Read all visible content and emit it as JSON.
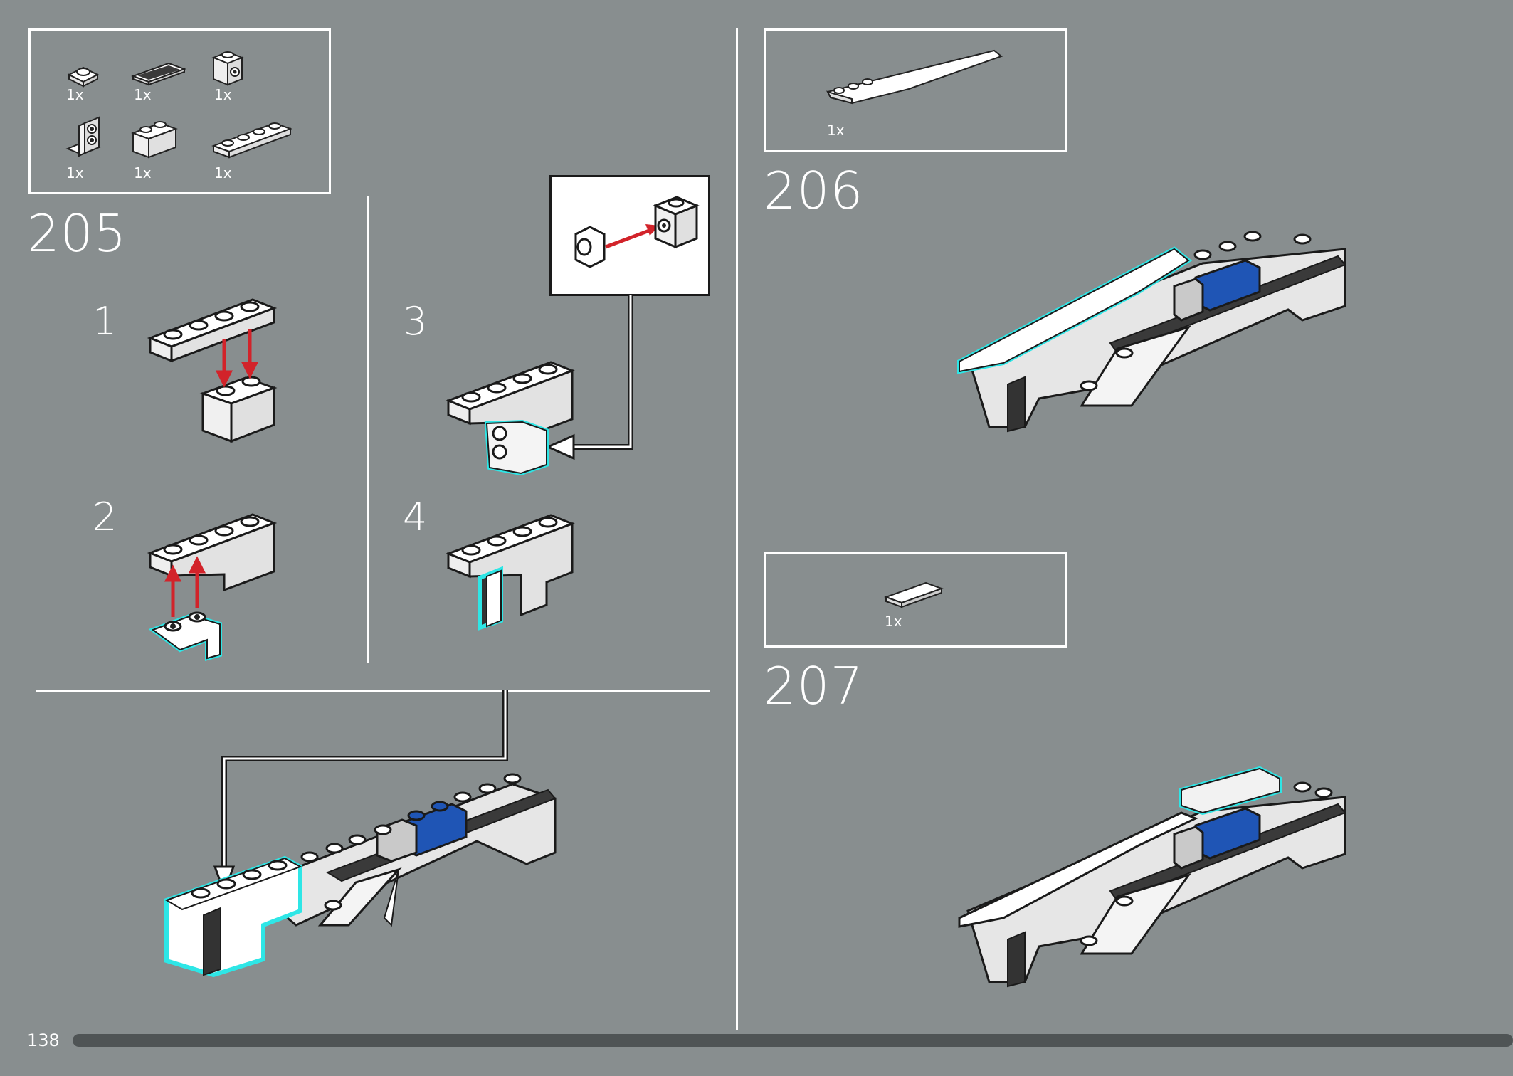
{
  "page": {
    "number": "138",
    "progress": 1.0
  },
  "colors": {
    "background": "#888e8f",
    "brick": "#ffffff",
    "outline": "#1a1a1a",
    "highlight": "#2ee6e6",
    "arrow": "#d2232a",
    "blue": "#1f55b5",
    "dark": "#3a3a3a"
  },
  "step205": {
    "number": "205",
    "parts": [
      {
        "qty": "1x",
        "icon": "plate-1x1-rounded-icon"
      },
      {
        "qty": "1x",
        "icon": "tile-black-2x4-icon"
      },
      {
        "qty": "1x",
        "icon": "brick-1x1-stud-side-icon"
      },
      {
        "qty": "1x",
        "icon": "bracket-two-stud-icon"
      },
      {
        "qty": "1x",
        "icon": "brick-1x2-icon"
      },
      {
        "qty": "1x",
        "icon": "plate-1x4-icon"
      }
    ],
    "substeps": [
      {
        "number": "1"
      },
      {
        "number": "2"
      },
      {
        "number": "3"
      },
      {
        "number": "4"
      }
    ]
  },
  "step206": {
    "number": "206",
    "parts": [
      {
        "qty": "1x",
        "icon": "curved-slope-long-icon"
      }
    ]
  },
  "step207": {
    "number": "207",
    "parts": [
      {
        "qty": "1x",
        "icon": "tile-1x2-white-icon"
      }
    ]
  }
}
